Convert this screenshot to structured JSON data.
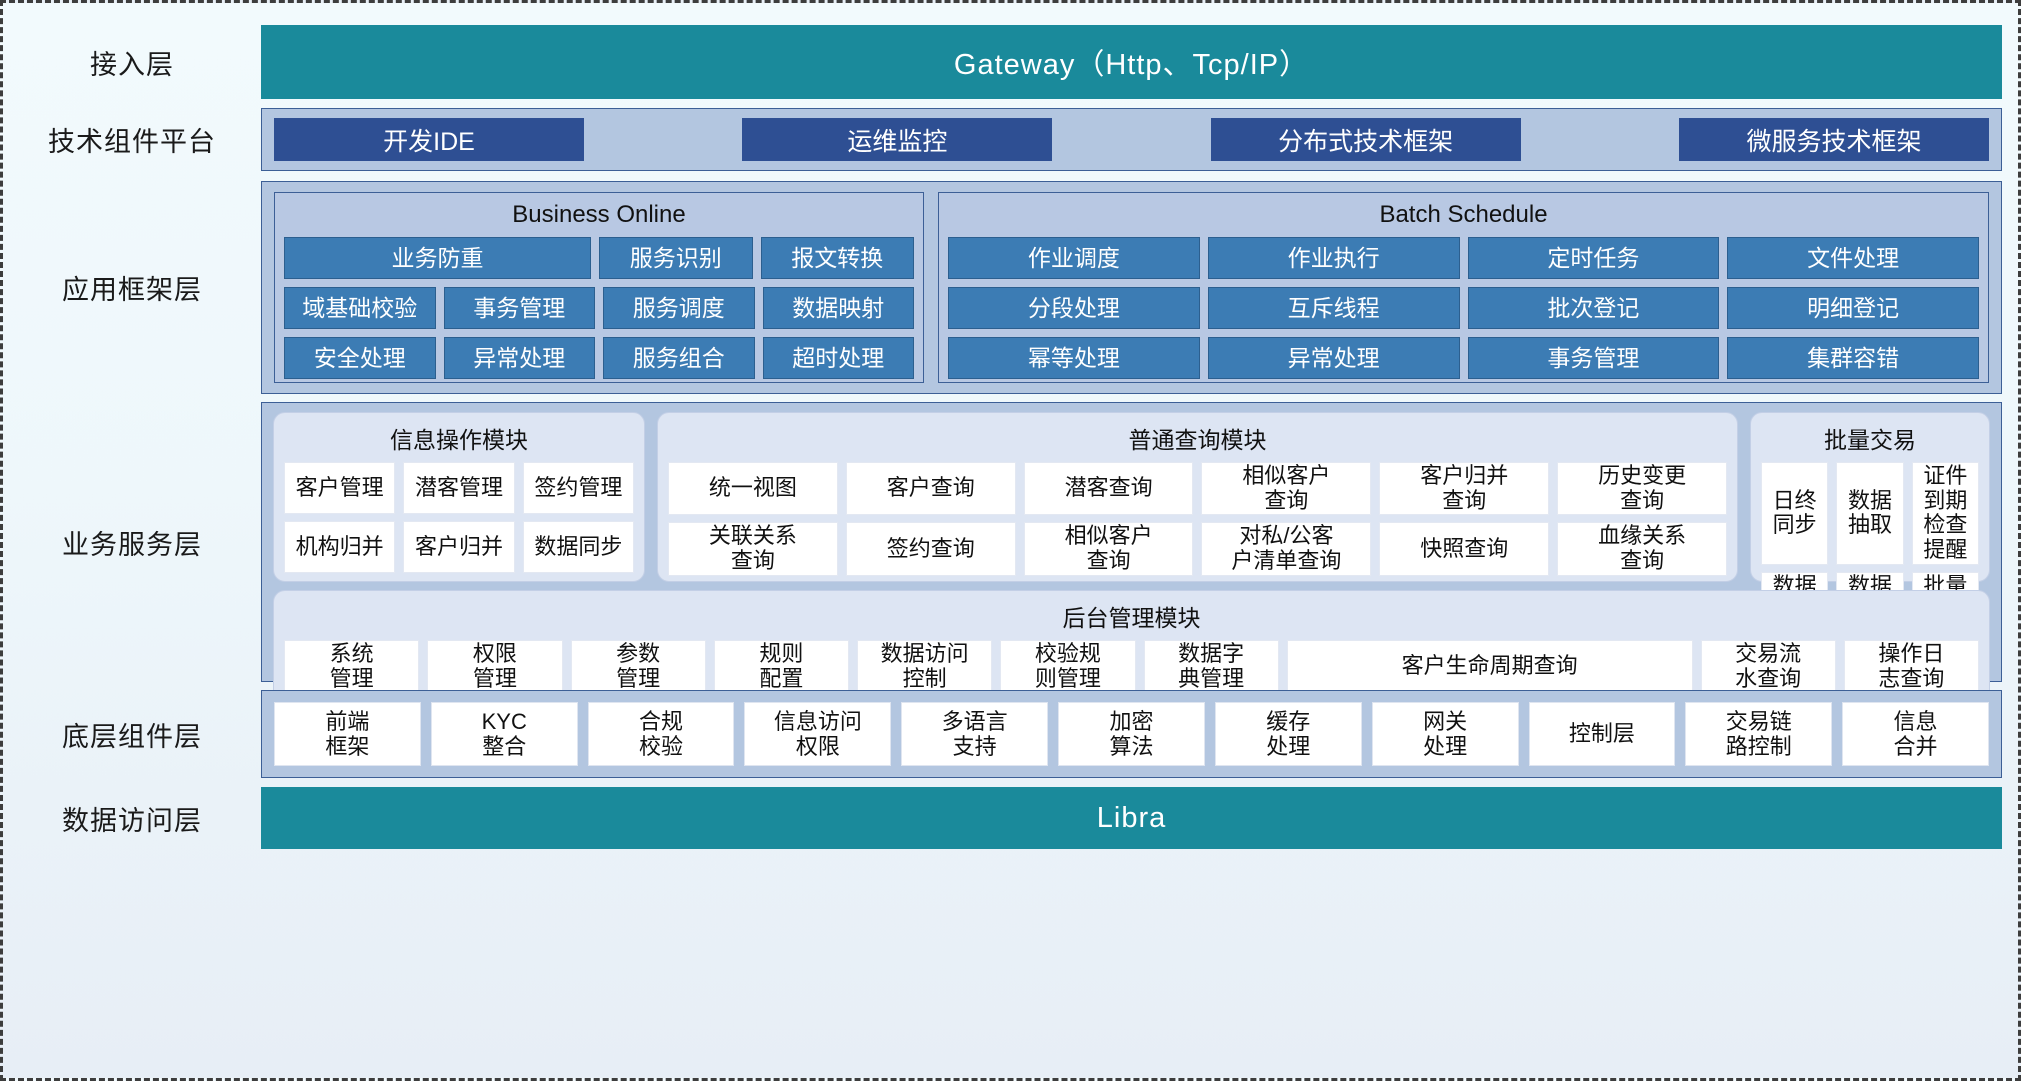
{
  "colors": {
    "teal": "#1a8a9b",
    "dark_blue_button": "#2e4f93",
    "panel_blue": "#b3c6e0",
    "cell_blue": "#3c7cb4",
    "service_panel": "#dde5f3"
  },
  "layers": {
    "access": {
      "label": "接入层",
      "bar": "Gateway（Http、Tcp/IP）"
    },
    "tech_platform": {
      "label": "技术组件平台",
      "buttons": [
        "开发IDE",
        "运维监控",
        "分布式技术框架",
        "微服务技术框架"
      ]
    },
    "app_framework": {
      "label": "应用框架层",
      "groups": [
        {
          "title": "Business Online",
          "rows": [
            [
              "业务防重",
              "服务识别",
              "报文转换"
            ],
            [
              "域基础校验",
              "事务管理",
              "服务调度",
              "数据映射"
            ],
            [
              "安全处理",
              "异常处理",
              "服务组合",
              "超时处理"
            ]
          ]
        },
        {
          "title": "Batch Schedule",
          "rows": [
            [
              "作业调度",
              "作业执行",
              "定时任务",
              "文件处理"
            ],
            [
              "分段处理",
              "互斥线程",
              "批次登记",
              "明细登记"
            ],
            [
              "幂等处理",
              "异常处理",
              "事务管理",
              "集群容错"
            ]
          ]
        }
      ]
    },
    "business_service": {
      "label": "业务服务层",
      "modules": [
        {
          "title": "信息操作模块",
          "rows": [
            [
              "客户管理",
              "潜客管理",
              "签约管理"
            ],
            [
              "机构归并",
              "客户归并",
              "数据同步"
            ]
          ]
        },
        {
          "title": "普通查询模块",
          "rows": [
            [
              "统一视图",
              "客户查询",
              "潜客查询",
              "相似客户\n查询",
              "客户归并\n查询",
              "历史变更\n查询"
            ],
            [
              "关联关系\n查询",
              "签约查询",
              "相似客户\n查询",
              "对私/公客\n户清单查询",
              "快照查询",
              "血缘关系\n查询"
            ]
          ]
        },
        {
          "title": "批量交易",
          "rows": [
            [
              "日终\n同步",
              "数据\n抽取",
              "证件到期\n检查提醒"
            ],
            [
              "数据\n转换",
              "数据\n装载",
              "批量\n开户"
            ]
          ]
        }
      ],
      "backend_module": {
        "title": "后台管理模块",
        "cells": [
          "系统\n管理",
          "权限\n管理",
          "参数\n管理",
          "规则\n配置",
          "数据访问\n控制",
          "校验规\n则管理",
          "数据字\n典管理",
          "客户生命周期查询",
          "交易流\n水查询",
          "操作日\n志查询"
        ]
      }
    },
    "bottom_component": {
      "label": "底层组件层",
      "cells": [
        "前端\n框架",
        "KYC\n整合",
        "合规\n校验",
        "信息访问\n权限",
        "多语言\n支持",
        "加密\n算法",
        "缓存\n处理",
        "网关\n处理",
        "控制层",
        "交易链\n路控制",
        "信息\n合并"
      ]
    },
    "data_access": {
      "label": "数据访问层",
      "bar": "Libra"
    }
  }
}
